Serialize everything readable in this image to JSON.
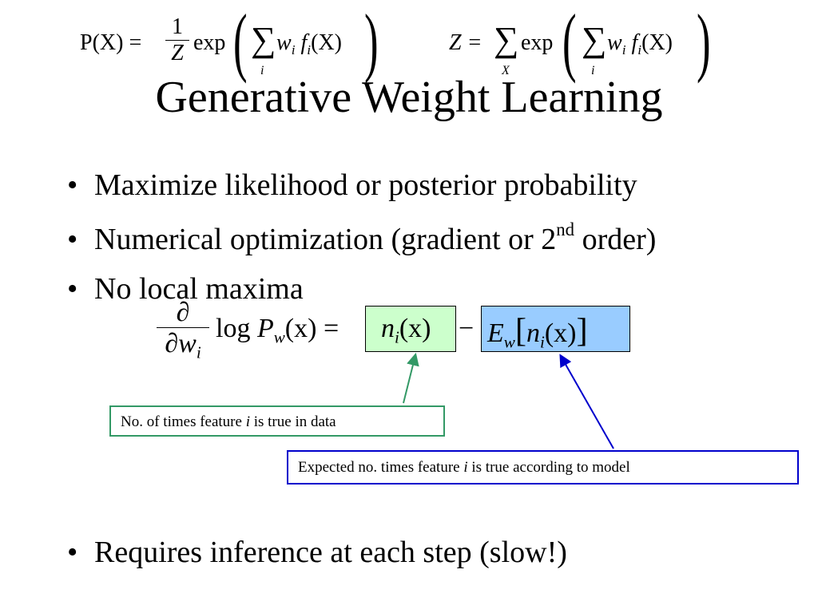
{
  "formula_p": {
    "lhs": "P(X) =",
    "numerator": "1",
    "denominator": "Z",
    "exp": "exp",
    "sum_index": "i",
    "term": "w",
    "term_sub": "i",
    "f": "f",
    "f_sub": "i",
    "arg": "(X)"
  },
  "formula_z": {
    "lhs": "Z =",
    "outer_sum_index": "X",
    "exp": "exp",
    "sum_index": "i",
    "term": "w",
    "term_sub": "i",
    "f": "f",
    "f_sub": "i",
    "arg": "(X)"
  },
  "title": "Generative Weight Learning",
  "bullets": [
    {
      "dot": "•",
      "text": "Maximize likelihood or posterior probability"
    },
    {
      "dot": "•",
      "text": "Numerical optimization (gradient or 2",
      "sup": "nd",
      "tail": " order)"
    },
    {
      "dot": "•",
      "text": "No local maxima"
    },
    {
      "dot": "•",
      "text": "Requires inference at each step (slow!)"
    }
  ],
  "gradient": {
    "partial": "∂",
    "den_partial": "∂",
    "den_var": "w",
    "den_sub": "i",
    "log": "log",
    "P": "P",
    "P_sub": "w",
    "P_arg": "(x) =",
    "n": "n",
    "n_sub": "i",
    "n_arg": "(x)",
    "minus": "−",
    "E": "E",
    "E_sub": "w",
    "lbracket": "[",
    "n2": "n",
    "n2_sub": "i",
    "n2_arg": "(x)",
    "rbracket": "]"
  },
  "callouts": {
    "data": {
      "pre": "No. of times feature ",
      "var": "i",
      "post": " is true in data"
    },
    "model": {
      "pre": "Expected no. times feature ",
      "var": "i",
      "post": " is true according to model"
    }
  },
  "colors": {
    "green_box": "#ccffcc",
    "blue_box": "#99ccff",
    "green_line": "#339966",
    "blue_line": "#0000cc"
  }
}
